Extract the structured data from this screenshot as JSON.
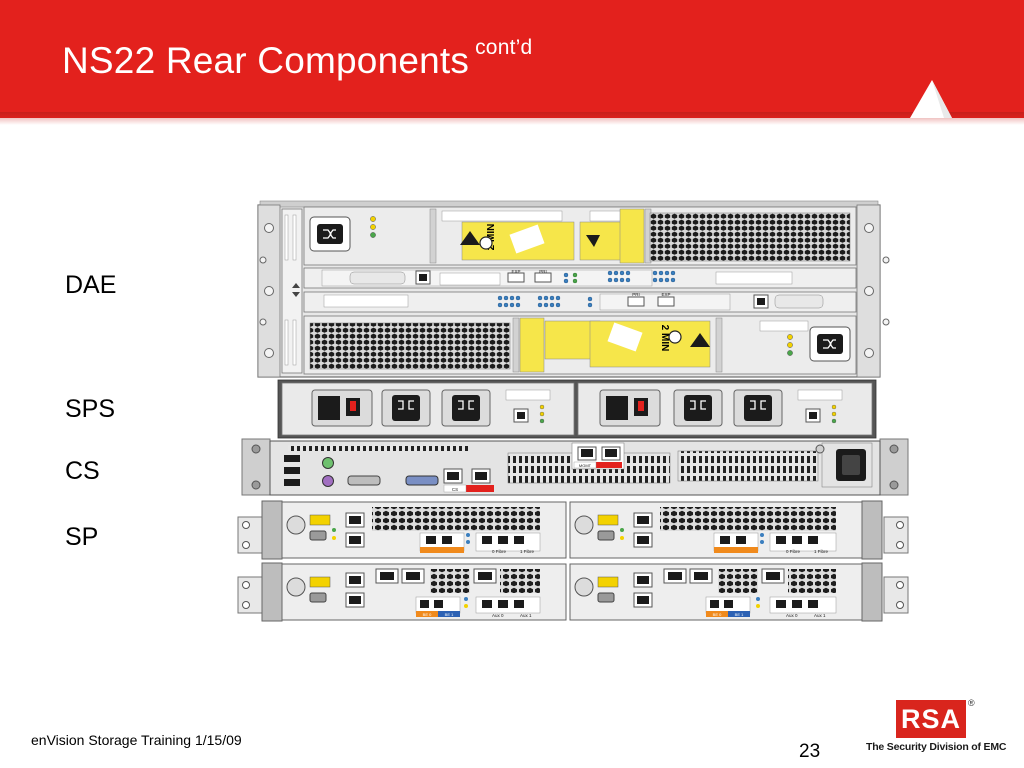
{
  "slide": {
    "title_main": "NS22 Rear Components",
    "title_sup": "cont’d",
    "colors": {
      "header_red": "#e3211d",
      "header_shadow": "#9c1a16",
      "logo_red": "#d9251d"
    }
  },
  "labels": {
    "dae": "DAE",
    "sps": "SPS",
    "cs": "CS",
    "sp": "SP"
  },
  "hardware": {
    "timer_left": "2 MIN",
    "timer_right": "2 MIN",
    "exp_left": "EXP",
    "pri_left": "PRI",
    "pri_right": "PRI",
    "exp_right": "EXP",
    "mgmt": "MGMT",
    "cs_port": "CS",
    "sp_ports_a": [
      "0 Fibre",
      "1 Fibre"
    ],
    "sp_ports_b": [
      "Aux 0",
      "Aux 1"
    ],
    "be_ports": [
      "BE 0",
      "BE 1"
    ]
  },
  "footer": {
    "text": "enVision Storage Training 1/15/09",
    "page_number": "23"
  },
  "logo": {
    "wordmark": "RSA",
    "registered": "®",
    "tagline": "The Security Division of EMC"
  }
}
